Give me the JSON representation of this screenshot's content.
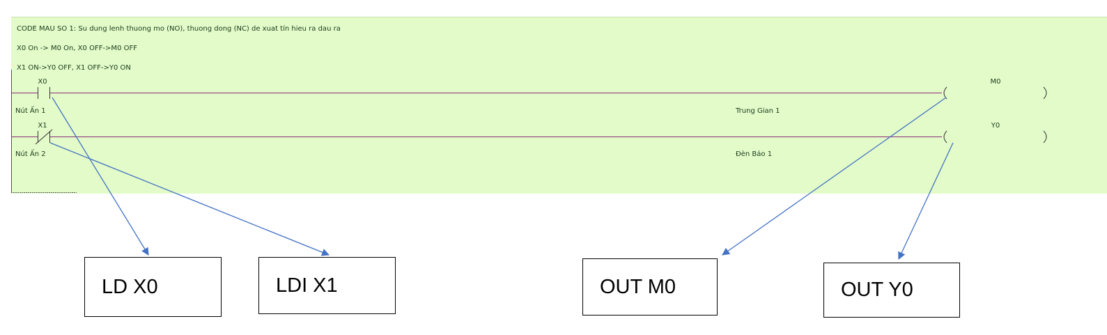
{
  "comments": [
    "CODE MAU SO 1: Su dung lenh thuong mo (NO), thuong dong (NC) de xuat tín hieu ra dau ra",
    "X0 On -> M0 On, X0 OFF->M0 OFF",
    "X1 ON->Y0 OFF, X1 OFF->Y0 ON"
  ],
  "rungs": [
    {
      "contact": "X0",
      "contact_comment": "Nút Ấn 1",
      "coil": "M0",
      "coil_comment": "Trung Gian 1"
    },
    {
      "contact": "X1",
      "contact_comment": "Nút Ấn 2",
      "coil": "Y0",
      "coil_comment": "Đèn Báo 1"
    }
  ],
  "instructions": [
    "LD X0",
    "LDI X1",
    "OUT M0",
    "OUT Y0"
  ],
  "colors": {
    "ladder_bg": "#e3fbc9",
    "rung_line": "#8a2a7a",
    "arrow": "#4472c4"
  }
}
